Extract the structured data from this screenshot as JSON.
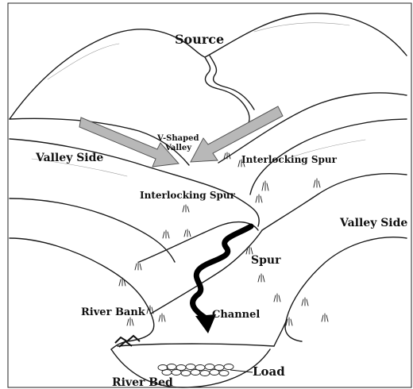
{
  "labels": {
    "source": "Source",
    "v_shaped_line1": "V-Shaped",
    "v_shaped_line2": "Valley",
    "valley_side_left": "Valley Side",
    "interlocking_spur_right": "Interlocking Spur",
    "interlocking_spur_left": "Interlocking Spur",
    "valley_side_right": "Valley Side",
    "spur": "Spur",
    "river_bank": "River Bank",
    "channel": "Channel",
    "load": "Load",
    "river_bed": "River Bed"
  },
  "colors": {
    "ink": "#1a1a1a",
    "arrow_fill": "#b8b8b8",
    "arrow_stroke": "#555555",
    "flow_arrow": "#000000"
  },
  "icons": {
    "flow_direction": "wavy-down-arrow-icon",
    "valley_pointer": "gray-pointer-arrow-icon"
  }
}
